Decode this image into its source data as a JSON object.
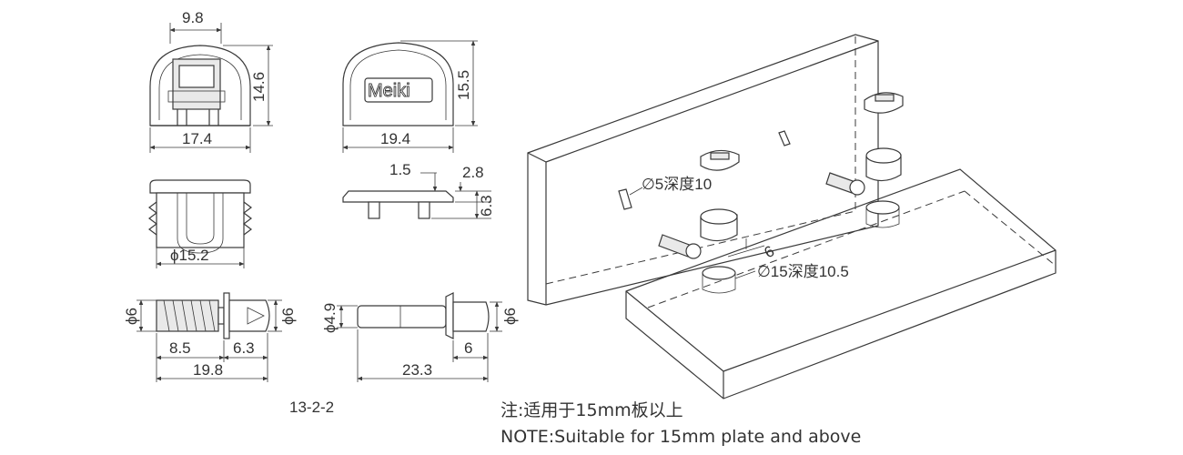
{
  "drawing": {
    "code": "13-2-2",
    "note_cn": "注:适用于15mm板以上",
    "note_en": "NOTE:Suitable for 15mm plate and above",
    "logo_text": "Meiki"
  },
  "dimensions": {
    "cam_top_width": "9.8",
    "cam_top_height": "14.6",
    "cam_base_width": "17.4",
    "cover_height": "15.5",
    "cover_width": "19.4",
    "cover_thickness": "1.5",
    "cover_lip": "2.8",
    "cover_depth": "6.3",
    "cam_side_dia": "ϕ15.2",
    "bolt_thread_dia": "ϕ6",
    "bolt_head_dia": "ϕ6",
    "bolt_thread_len": "8.5",
    "bolt_head_len": "6.3",
    "bolt_total_len": "19.8",
    "dowel_dia": "ϕ4.9",
    "dowel_head_dia": "ϕ6",
    "dowel_head_len": "6",
    "dowel_total_len": "23.3",
    "hole_small": "∅5深度10",
    "hole_large": "∅15深度10.5",
    "hole_offset": "6"
  }
}
